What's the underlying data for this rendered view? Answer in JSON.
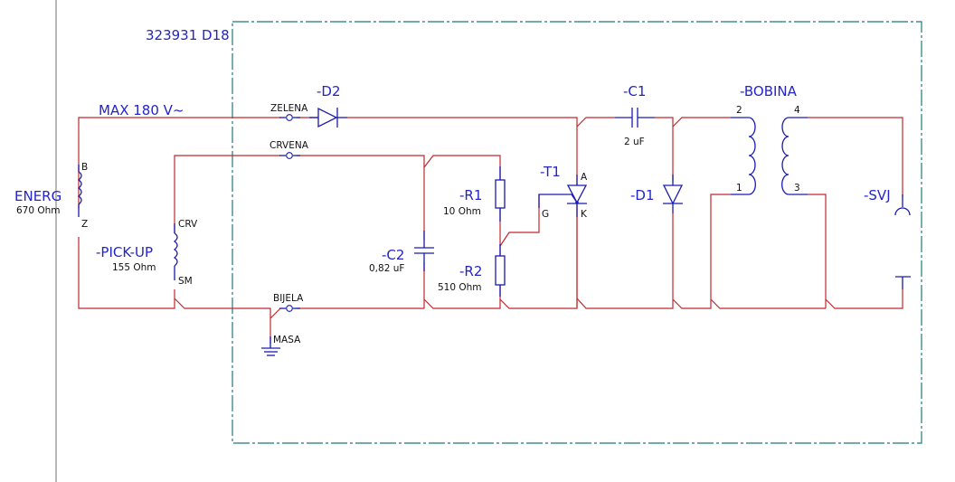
{
  "document": {
    "block_title": "323931 D18",
    "supply_label": "MAX 180 V~"
  },
  "components": {
    "energ": {
      "ref": "ENERG",
      "value": "670 Ohm",
      "pin_top": "B",
      "pin_bottom": "Z"
    },
    "pickup": {
      "ref": "-PICK-UP",
      "value": "155 Ohm",
      "pin_top": "CRV",
      "pin_bottom": "SM"
    },
    "d2": {
      "ref": "-D2"
    },
    "c1": {
      "ref": "-C1",
      "value": "2 uF"
    },
    "c2": {
      "ref": "-C2",
      "value": "0,82 uF"
    },
    "r1": {
      "ref": "-R1",
      "value": "10 Ohm"
    },
    "r2": {
      "ref": "-R2",
      "value": "510 Ohm"
    },
    "t1": {
      "ref": "-T1",
      "pin_anode": "A",
      "pin_cathode": "K",
      "pin_gate": "G"
    },
    "d1": {
      "ref": "-D1"
    },
    "bobina": {
      "ref": "-BOBINA",
      "pins": [
        "1",
        "2",
        "3",
        "4"
      ]
    },
    "svj": {
      "ref": "-SVJ"
    }
  },
  "terminals": {
    "zelena": "ZELENA",
    "crvena": "CRVENA",
    "bijela": "BIJELA",
    "masa": "MASA"
  },
  "colors": {
    "wire": "#c0282d",
    "component": "#1a1ab0",
    "label": "#2424c8",
    "frame": "#1f7a78"
  }
}
